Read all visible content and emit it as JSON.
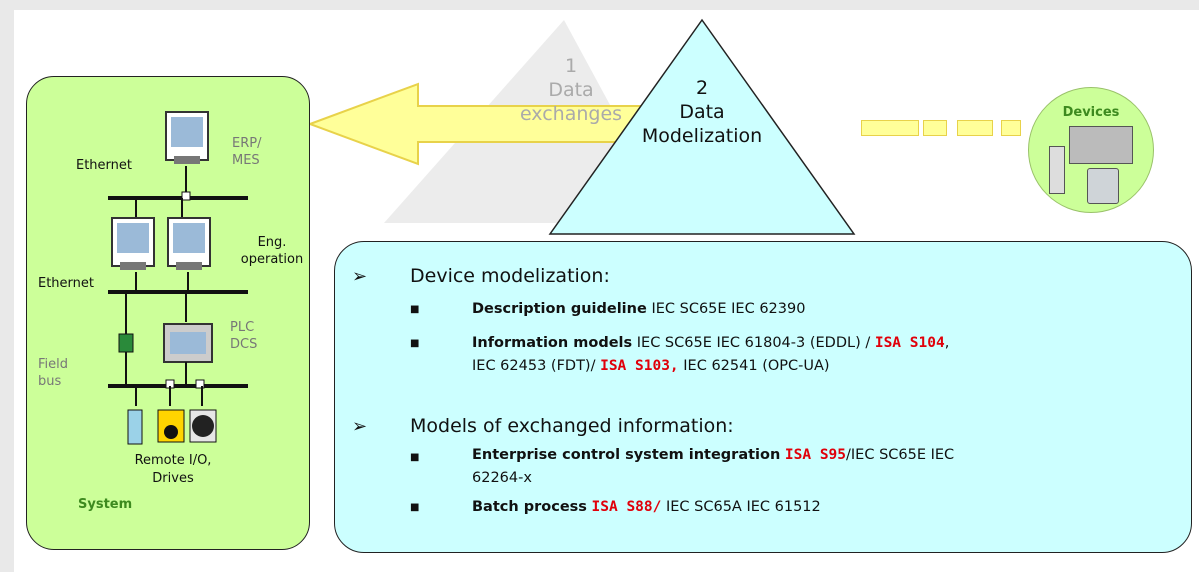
{
  "triangle1": {
    "number": "1",
    "line1": "Data",
    "line2": "exchanges"
  },
  "triangle2": {
    "number": "2",
    "line1": "Data",
    "line2": "Modelization"
  },
  "devices": {
    "label": "Devices"
  },
  "system": {
    "title": "System",
    "erp_mes": "ERP/ MES",
    "eng_operation": "Eng. operation",
    "plc_dcs": "PLC DCS",
    "field_bus": "Field bus",
    "ethernet_top": "Ethernet",
    "ethernet_mid": "Ethernet",
    "remote_io": "Remote I/O, Drives"
  },
  "device_modelization": {
    "heading": "Device modelization:",
    "item1": {
      "bold": "Description guideline",
      "text": "IEC SC65E IEC 62390"
    },
    "item2": {
      "bold": "Information models",
      "text1": "IEC SC65E  IEC 61804-3 (EDDL) / ",
      "red1": "ISA S104",
      "text2": ",",
      "text3": "IEC 62453 (FDT)/ ",
      "red2": "ISA S103,",
      "text4": " IEC 62541 (OPC-UA)"
    }
  },
  "exchanged_info": {
    "heading": "Models of exchanged information:",
    "item1": {
      "bold": "Enterprise control system integration",
      "red": "ISA S95",
      "text1": "/IEC SC65E IEC",
      "text2": "62264-x"
    },
    "item2": {
      "bold": "Batch process",
      "red": "ISA S88/",
      "text": " IEC SC65A  IEC 61512"
    }
  },
  "colors": {
    "system_fill": "#ccff99",
    "info_fill": "#ccffff",
    "triangle_fill": "#ccffff",
    "arrow_yellow": "#ffff99",
    "red_text": "#e0000a"
  }
}
